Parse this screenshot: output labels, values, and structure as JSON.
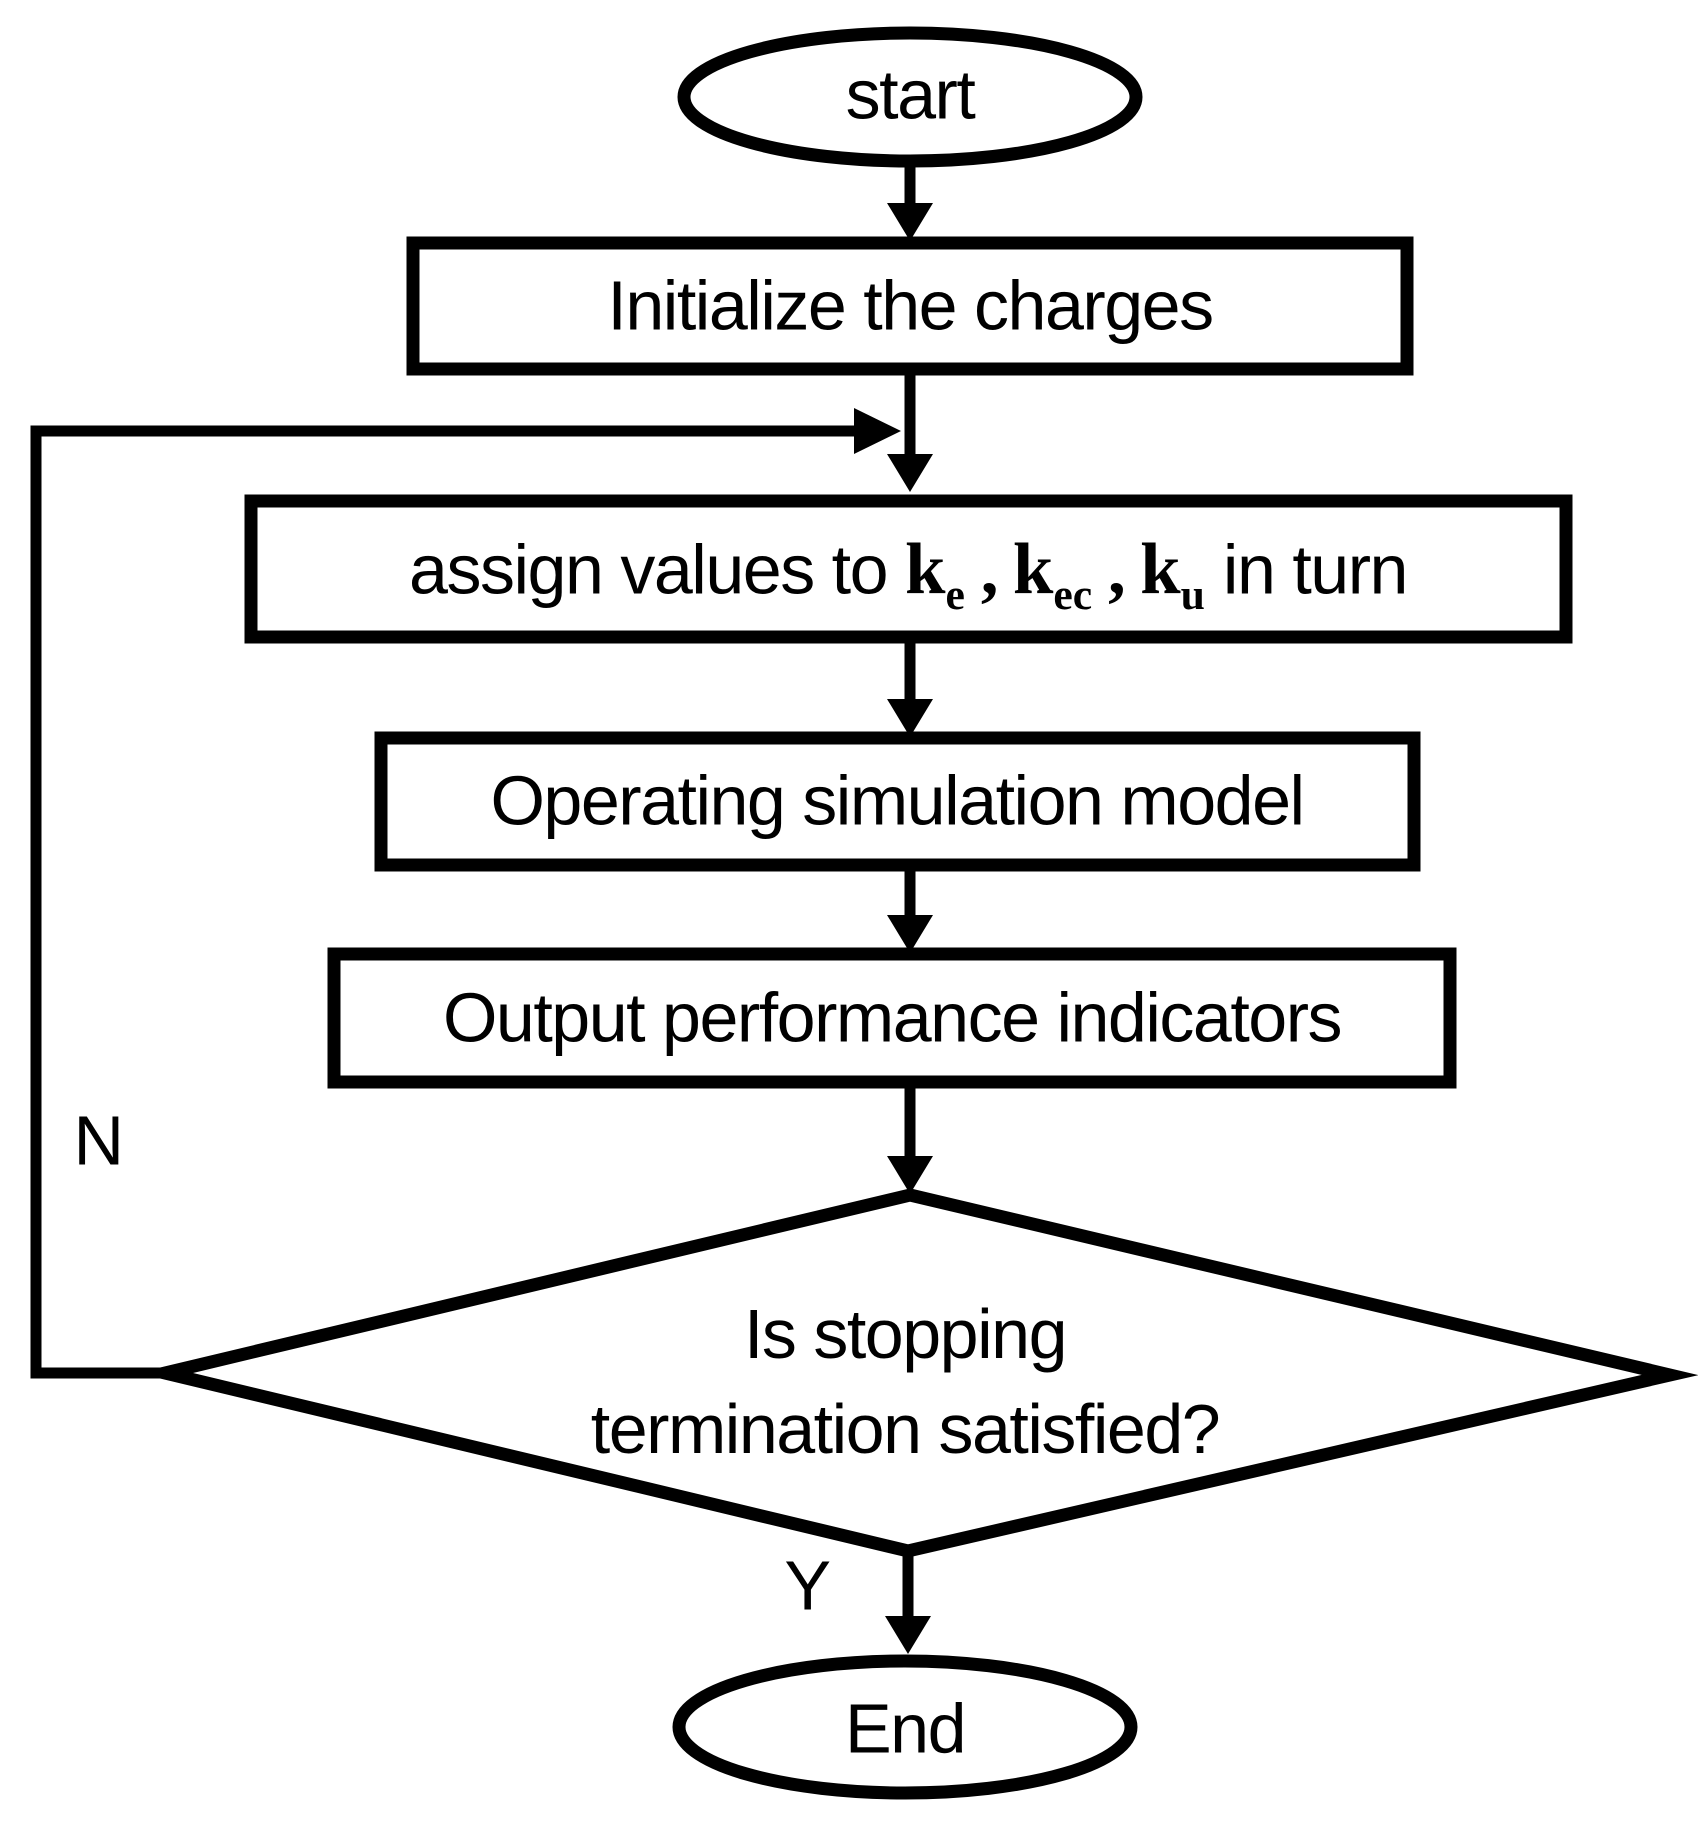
{
  "flowchart": {
    "colors": {
      "background": "#ffffff",
      "stroke": "#000000",
      "text": "#000000"
    },
    "nodes": {
      "start": {
        "label": "start"
      },
      "init": {
        "label": "Initialize the charges"
      },
      "assign": {
        "prefix": "assign values to ",
        "k1_base": "k",
        "k1_sub": "e",
        "sep1": " , ",
        "k2_base": "k",
        "k2_sub": "ec",
        "sep2": " , ",
        "k3_base": "k",
        "k3_sub": "u",
        "suffix": " in turn"
      },
      "operate": {
        "label": "Operating simulation model"
      },
      "output": {
        "label": "Output performance indicators"
      },
      "decision": {
        "line1": "Is stopping",
        "line2": "termination satisfied?"
      },
      "end": {
        "label": "End"
      }
    },
    "edges": {
      "no_label": "N",
      "yes_label": "Y"
    }
  }
}
